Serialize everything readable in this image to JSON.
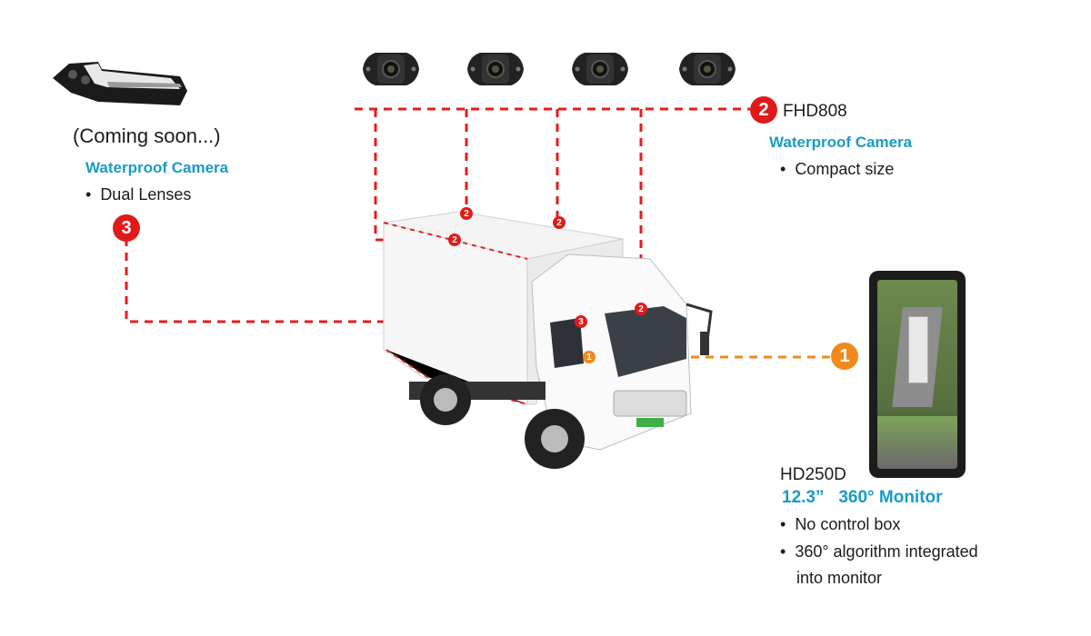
{
  "dual_lens_camera": {
    "status": "(Coming soon...)",
    "title": "Waterproof Camera",
    "features": [
      "Dual Lenses"
    ],
    "badge": "3"
  },
  "compact_camera": {
    "badge": "2",
    "model": "FHD808",
    "title": "Waterproof Camera",
    "features": [
      "Compact size"
    ]
  },
  "monitor": {
    "badge": "1",
    "model": "HD250D",
    "title": "12.3”   360° Monitor",
    "features": [
      "No control box",
      "360° algorithm integrated",
      "into monitor"
    ]
  },
  "truck_markers": [
    "2",
    "2",
    "2",
    "3",
    "2",
    "1"
  ],
  "colors": {
    "accent_blue": "#1a9bc4",
    "badge_red": "#e01a1a",
    "badge_orange": "#f08a1c"
  }
}
